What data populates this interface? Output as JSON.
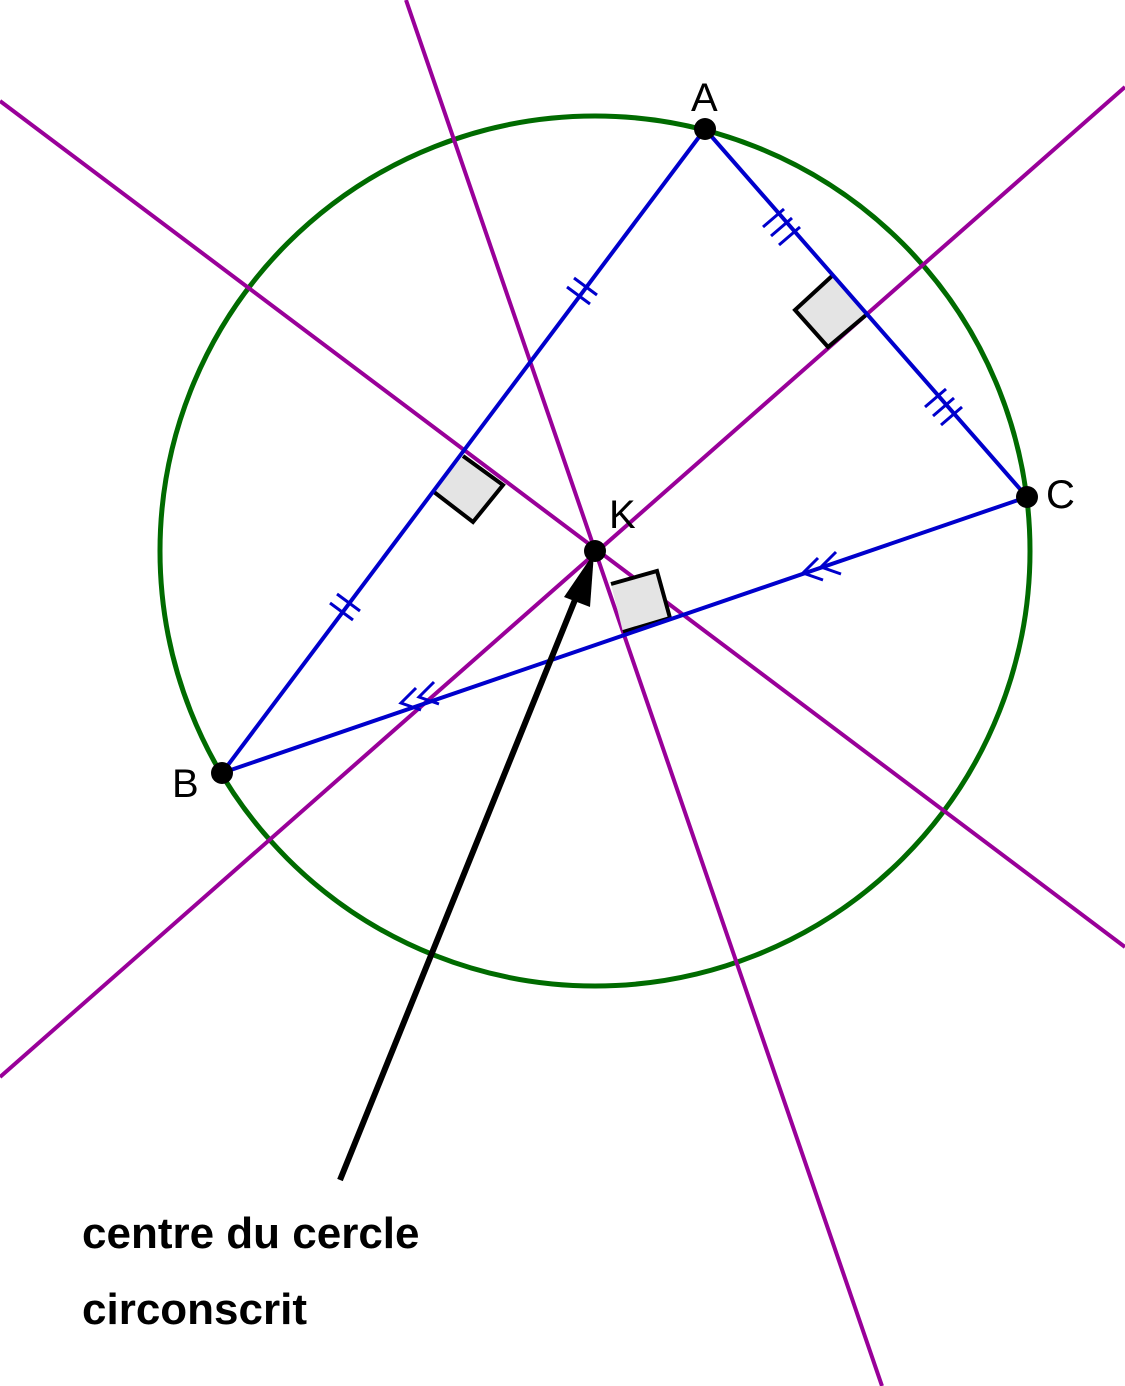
{
  "points": [
    {
      "id": "A",
      "label": "A"
    },
    {
      "id": "B",
      "label": "B"
    },
    {
      "id": "C",
      "label": "C"
    },
    {
      "id": "K",
      "label": "K"
    }
  ],
  "caption": {
    "line1": "centre du cercle",
    "line2": "circonscrit"
  },
  "colors": {
    "circle": "#006b00",
    "triangle": "#0000cc",
    "bisector": "#990099",
    "arrow": "#000000",
    "right_angle_fill": "#e4e4e4",
    "point": "#000000"
  }
}
